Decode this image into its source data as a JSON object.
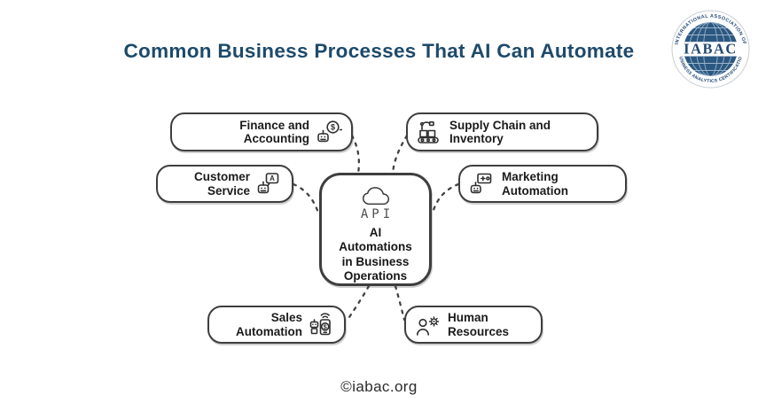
{
  "title": "Common Business Processes That AI Can Automate",
  "logo": {
    "top_text": "INTERNATIONAL ASSOCIATION OF",
    "bottom_text": "BUSINESS ANALYTICS CERTIFICATION",
    "center_text": "IABAC"
  },
  "center_node": {
    "icon": "cloud-api-icon",
    "api_label": "API",
    "label": "AI\nAutomations\nin Business\nOperations"
  },
  "nodes": [
    {
      "id": "finance",
      "label": "Finance and\nAccounting",
      "icon": "robot-dollar-coin-icon"
    },
    {
      "id": "supply",
      "label": "Supply Chain and\nInventory",
      "icon": "robot-arm-conveyor-icon"
    },
    {
      "id": "customer",
      "label": "Customer\nService",
      "icon": "robot-chat-bubble-icon"
    },
    {
      "id": "marketing",
      "label": "Marketing\nAutomation",
      "icon": "robot-ad-card-icon"
    },
    {
      "id": "sales",
      "label": "Sales\nAutomation",
      "icon": "robot-phone-dollar-icon"
    },
    {
      "id": "hr",
      "label": "Human\nResources",
      "icon": "person-gear-icon"
    }
  ],
  "footer": "©iabac.org",
  "colors": {
    "title": "#1d4a6b",
    "box_border": "#3e3e3e",
    "connector": "#424242",
    "logo_blue": "#2b5880",
    "logo_text": "#234a72"
  }
}
